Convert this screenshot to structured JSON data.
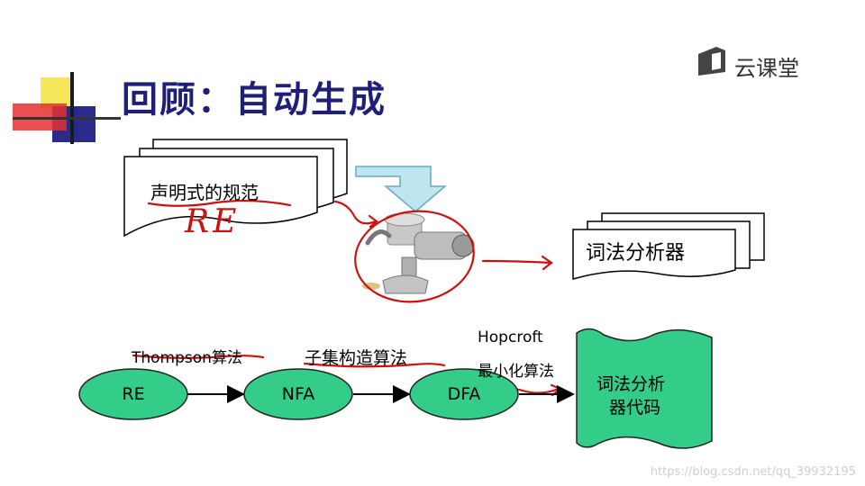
{
  "slide": {
    "title": "回顾：自动生成",
    "brand": "云课堂",
    "watermark": "https://blog.csdn.net/qq_39932195"
  },
  "top_flow": {
    "spec_doc": "声明式的规范",
    "spec_annotation": "RE",
    "output_doc": "词法分析器"
  },
  "pipeline": {
    "nodes": [
      "RE",
      "NFA",
      "DFA"
    ],
    "algorithms": [
      "Thompson算法",
      "子集构造算法",
      "Hopcroft",
      "最小化算法"
    ],
    "code_doc_line1": "词法分析",
    "code_doc_line2": "器代码"
  },
  "colors": {
    "title": "#1f1f7a",
    "node_fill": "#33cc88",
    "annotation_ink": "#cc1111"
  },
  "icons": {
    "brand": "cloud-classroom-icon",
    "machine": "meat-grinder-icon"
  }
}
